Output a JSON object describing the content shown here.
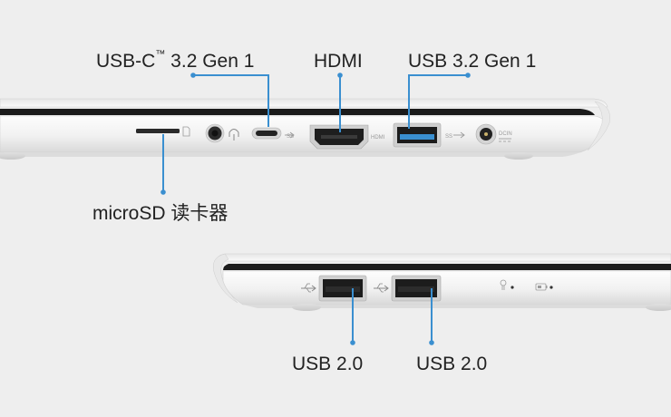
{
  "labels": {
    "usb_c": "USB-C",
    "usb_c_tm": "™",
    "usb_c_spec": " 3.2 Gen 1",
    "hdmi": "HDMI",
    "usb_32": "USB 3.2 Gen 1",
    "microsd": "microSD 读卡器",
    "usb2_left": "USB 2.0",
    "usb2_right": "USB 2.0"
  },
  "port_markings": {
    "ss_left": "SS",
    "hdmi_mark": "HDMI",
    "ss_right": "SS",
    "dcin": "DCIN"
  },
  "colors": {
    "background": "#eeeeee",
    "callout": "#3a8fd0",
    "laptop_body": "#f3f3f3",
    "bezel": "#1b1b1b"
  },
  "icons": {
    "sd_card": "sd-card-icon",
    "headphone": "headphone-icon",
    "usb": "usb-trident-icon",
    "power_led": "bulb-icon",
    "battery_led": "battery-icon"
  }
}
